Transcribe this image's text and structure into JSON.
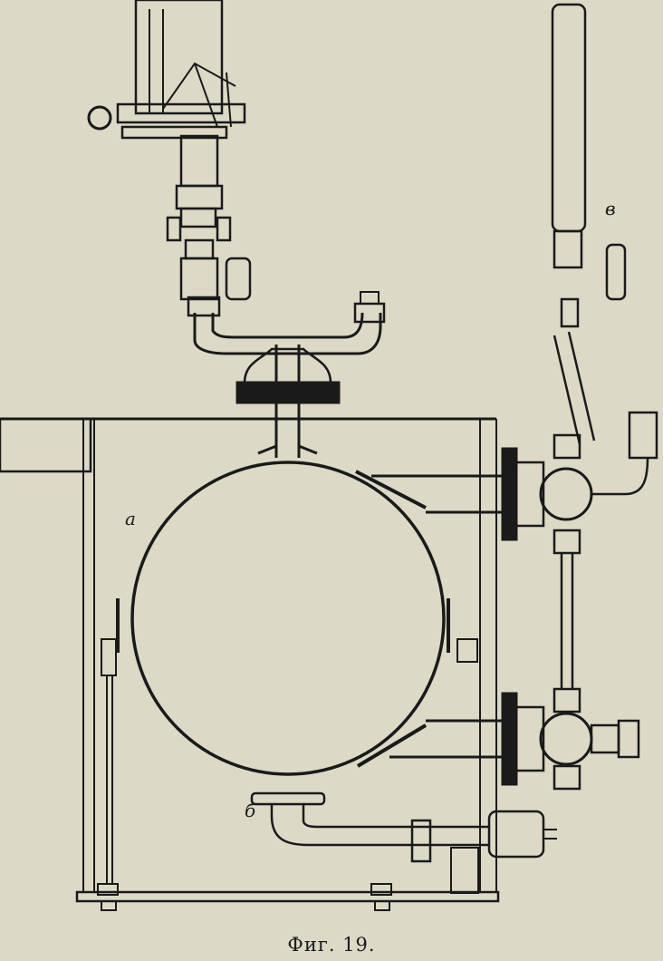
{
  "figure": {
    "caption": "Фиг. 19.",
    "labels": {
      "a": "а",
      "b": "б",
      "v": "в"
    },
    "ink_color": "#1a1a1a",
    "paper_color": "#dcd9c7"
  }
}
